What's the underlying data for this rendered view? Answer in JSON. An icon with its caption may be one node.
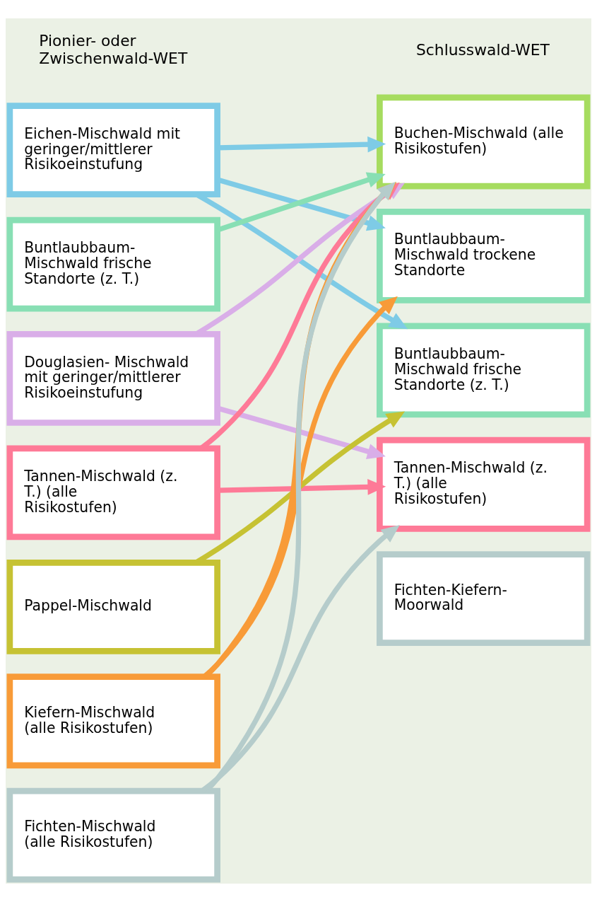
{
  "diagram": {
    "nodes": [
      {
        "text": [
          "Eichen-Mischwald mit geringer/mittlerer Risikoeinstufung"
        ]
      },
      {
        "text": [
          "Buntlaubbaum- Mischwald frische Standorte (z. T.)"
        ]
      },
      {
        "text": [
          "Douglasien- Mischwald mit geringer/mittlerer Risikoeinstufung"
        ]
      },
      {
        "text": [
          "Tannen-Mischwald (z. T.) (alle Risikostufen)"
        ]
      },
      {
        "text": [
          "Pappel-Mischwald"
        ]
      },
      {
        "text": [
          "Kiefern-Mischwald (alle Risikostufen)"
        ]
      },
      {
        "text": [
          "Fichten-Mischwald (alle Risikostufen)"
        ]
      },
      {
        "text": [
          "Buchen-Mischwald (alle Risikostufen)"
        ]
      },
      {
        "text": [
          "Buntlaubbaum- Mischwald trockene Standorte"
        ]
      },
      {
        "text": [
          "Buntlaubbaum- Mischwald frische Standorte (z. T.)"
        ]
      },
      {
        "text": [
          "Tannen-Mischwald (z. T.) (alle Risikostufen)"
        ]
      },
      {
        "text": [
          "Fichten-Kiefern- Moorwald"
        ]
      }
    ],
    "edges": [
      {
        "from": 0,
        "to": 7,
        "arrow": "to",
        "color": "#7ecbe6"
      },
      {
        "from": 0,
        "to": 8,
        "arrow": "to",
        "color": "#7ecbe6"
      },
      {
        "from": 0,
        "to": 9,
        "arrow": "to",
        "color": "#7ecbe6"
      },
      {
        "from": 1,
        "to": 7,
        "arrow": "to",
        "color": "#88dfb4"
      },
      {
        "from": 2,
        "to": 7,
        "arrow": "to",
        "color": "#d9aee8"
      },
      {
        "from": 2,
        "to": 10,
        "arrow": "to",
        "color": "#d9aee8"
      },
      {
        "from": 3,
        "to": 7,
        "arrow": "to",
        "color": "#fe7a97"
      },
      {
        "from": 3,
        "to": 10,
        "arrow": "to",
        "color": "#fe7a97"
      },
      {
        "from": 4,
        "to": 9,
        "arrow": "to",
        "color": "#c6c233"
      },
      {
        "from": 5,
        "to": 7,
        "arrow": "to",
        "color": "#f89b38"
      },
      {
        "from": 5,
        "to": 8,
        "arrow": "to",
        "color": "#f89b38"
      },
      {
        "from": 6,
        "to": 7,
        "arrow": "to",
        "color": "#b5cccb"
      },
      {
        "from": 6,
        "to": 10,
        "arrow": "to",
        "color": "#b5cccb"
      }
    ],
    "labels": [
      "Pionier- oder Zwischenwald-WET",
      "Schlusswald-WET"
    ]
  }
}
